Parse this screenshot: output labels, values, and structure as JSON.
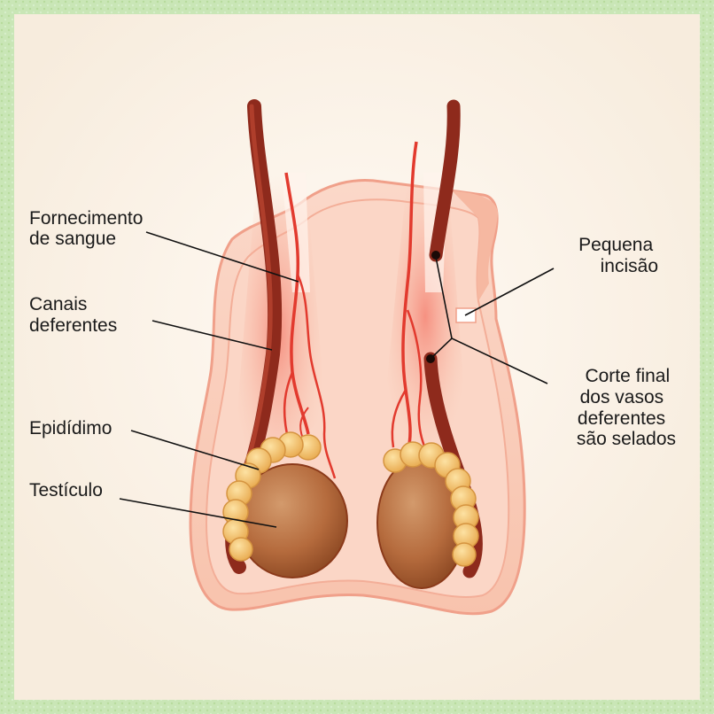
{
  "labels": {
    "blood_supply": [
      "Fornecimento",
      "de sangue"
    ],
    "vas_deferens": [
      "Canais",
      "deferentes"
    ],
    "epididymis": "Epidídimo",
    "testicle": "Testículo",
    "small_incision": [
      "Pequena",
      "incisão"
    ],
    "sealed_ends": [
      "Corte final",
      "dos vasos",
      "deferentes",
      "são selados"
    ]
  },
  "colors": {
    "border": "#c7e3b3",
    "background": "#fdf5ea",
    "skin": "#f9c7b4",
    "skin_outline": "#f0a08a",
    "vessel": "#8e2a1c",
    "artery": "#e23a2e",
    "testicle": "#b56b3d",
    "epididymis": "#f1c06b"
  }
}
